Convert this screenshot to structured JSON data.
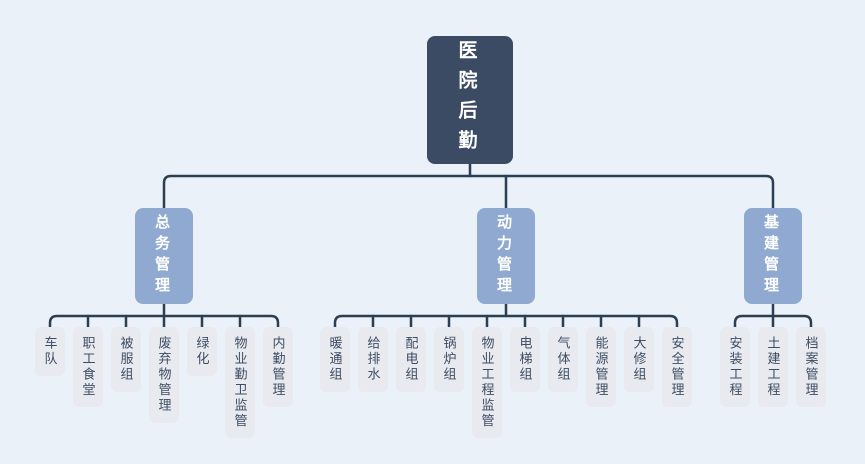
{
  "diagram": {
    "type": "org-chart",
    "colors": {
      "background": "#EAF1F9",
      "root_fill": "#3C4B64",
      "root_text": "#FFFFFF",
      "branch_fill": "#8FA9D0",
      "branch_text": "#FFFFFF",
      "leaf_fill": "#E8EAEF",
      "leaf_text": "#3E4D63",
      "line": "#2C3E52"
    },
    "root": {
      "label": "医院后勤"
    },
    "branches": [
      {
        "label": "总务管理",
        "children": [
          "车队",
          "职工食堂",
          "被服组",
          "废弃物管理",
          "绿化",
          "物业勤卫监管",
          "内勤管理"
        ]
      },
      {
        "label": "动力管理",
        "children": [
          "暖通组",
          "给排水",
          "配电组",
          "锅炉组",
          "物业工程监管",
          "电梯组",
          "气体组",
          "能源管理",
          "大修组",
          "安全管理"
        ]
      },
      {
        "label": "基建管理",
        "children": [
          "安装工程",
          "土建工程",
          "档案管理"
        ]
      }
    ]
  }
}
